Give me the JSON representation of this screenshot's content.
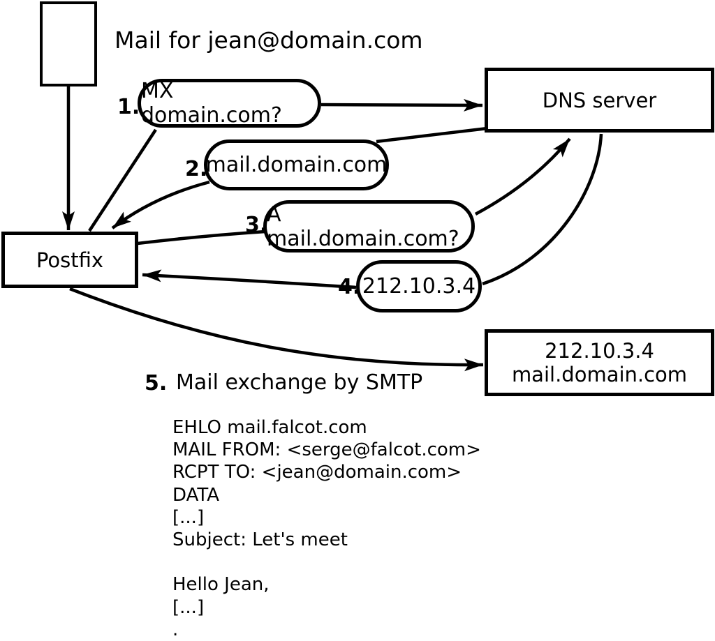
{
  "diagram": {
    "caption": "Mail for jean@domain.com",
    "nodes": {
      "postfix": "Postfix",
      "dns_server": "DNS server",
      "mail_server": {
        "line1": "212.10.3.4",
        "line2": "mail.domain.com"
      }
    },
    "steps": [
      {
        "num": "1.",
        "label": "MX domain.com?"
      },
      {
        "num": "2.",
        "label": "mail.domain.com"
      },
      {
        "num": "3.",
        "label": "A mail.domain.com?"
      },
      {
        "num": "4.",
        "label": "212.10.3.4"
      },
      {
        "num": "5.",
        "label": "Mail exchange by SMTP"
      }
    ],
    "smtp_session": [
      "EHLO mail.falcot.com",
      "MAIL FROM: <serge@falcot.com>",
      "RCPT TO: <jean@domain.com>",
      "DATA",
      "[...]",
      "Subject: Let's meet",
      "",
      "Hello Jean,",
      "[...]",
      "."
    ],
    "colors": {
      "line": "#000000",
      "fill": "#ffffff"
    }
  }
}
